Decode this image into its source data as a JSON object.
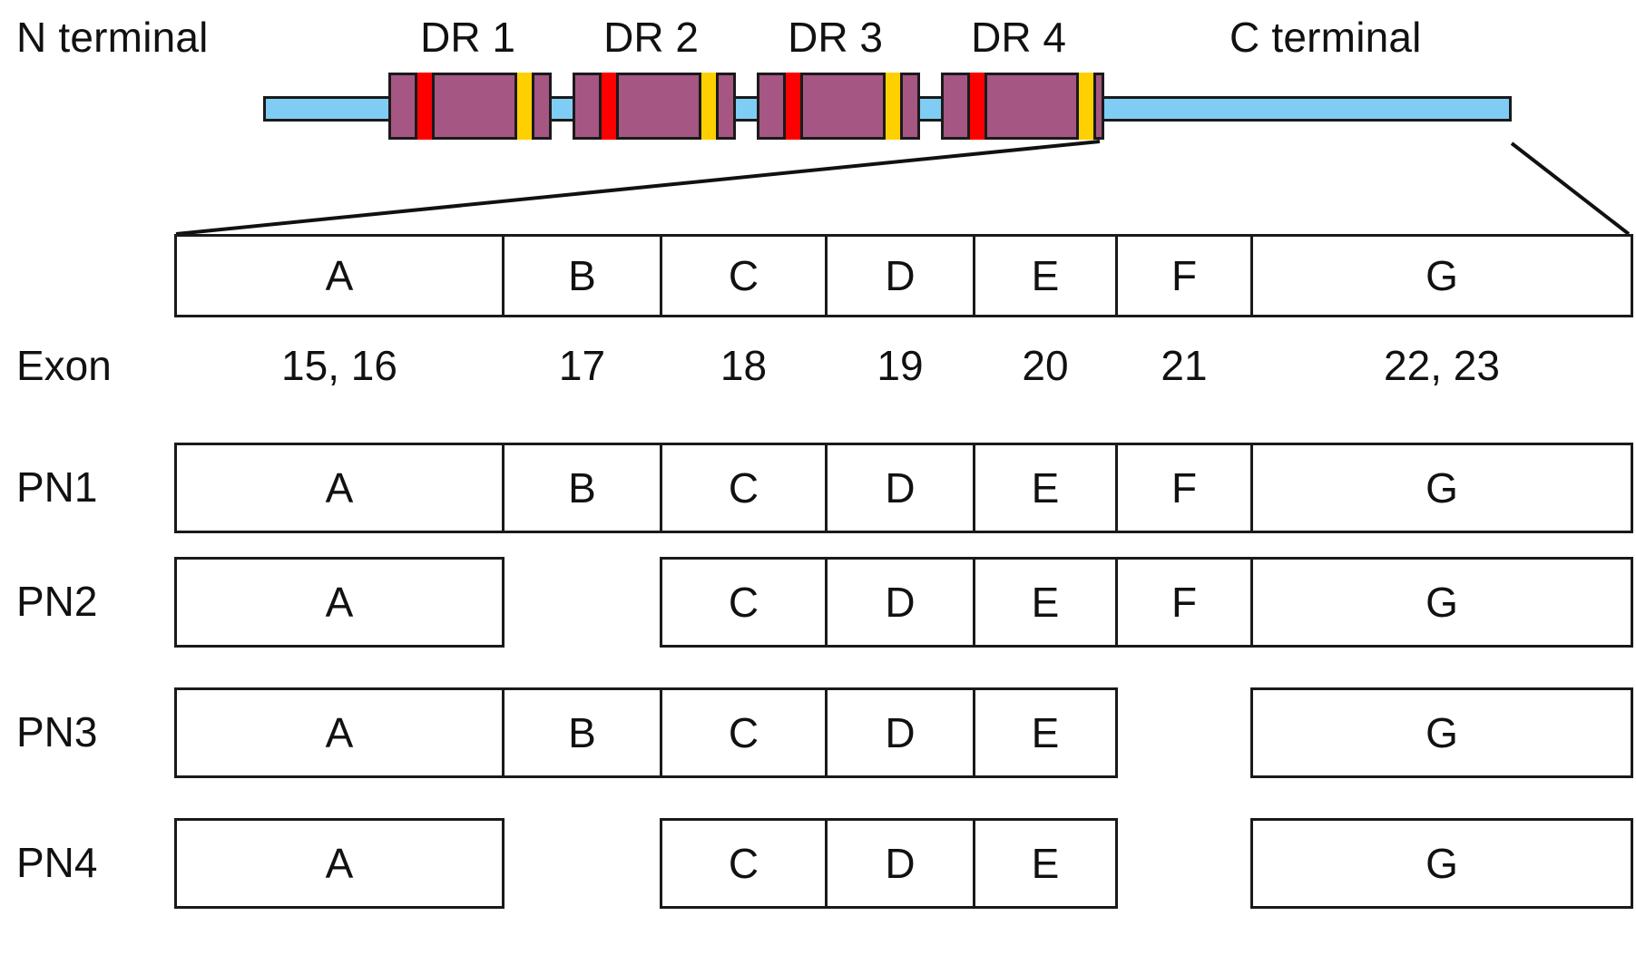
{
  "figure": {
    "background": "#ffffff",
    "ink": "#111111"
  },
  "protein_schematic": {
    "n_terminal_label": "N terminal",
    "c_terminal_label": "C terminal",
    "backbone_color": "#7fcdf5",
    "domain_color": "#a55682",
    "stripe_colors": {
      "red": "#fe0000",
      "yellow": "#ffd000"
    },
    "domains": [
      {
        "label": "DR 1"
      },
      {
        "label": "DR 2"
      },
      {
        "label": "DR 3"
      },
      {
        "label": "DR 4"
      }
    ]
  },
  "segment_table": {
    "segments": [
      "A",
      "B",
      "C",
      "D",
      "E",
      "F",
      "G"
    ]
  },
  "exon_row": {
    "label": "Exon",
    "values": [
      "15, 16",
      "17",
      "18",
      "19",
      "20",
      "21",
      "22, 23"
    ]
  },
  "isoforms": [
    {
      "label": "PN1",
      "segments": [
        "A",
        "B",
        "C",
        "D",
        "E",
        "F",
        "G"
      ]
    },
    {
      "label": "PN2",
      "segments": [
        "A",
        null,
        "C",
        "D",
        "E",
        "F",
        "G"
      ]
    },
    {
      "label": "PN3",
      "segments": [
        "A",
        "B",
        "C",
        "D",
        "E",
        null,
        "G"
      ]
    },
    {
      "label": "PN4",
      "segments": [
        "A",
        null,
        "C",
        "D",
        "E",
        null,
        "G"
      ]
    }
  ]
}
